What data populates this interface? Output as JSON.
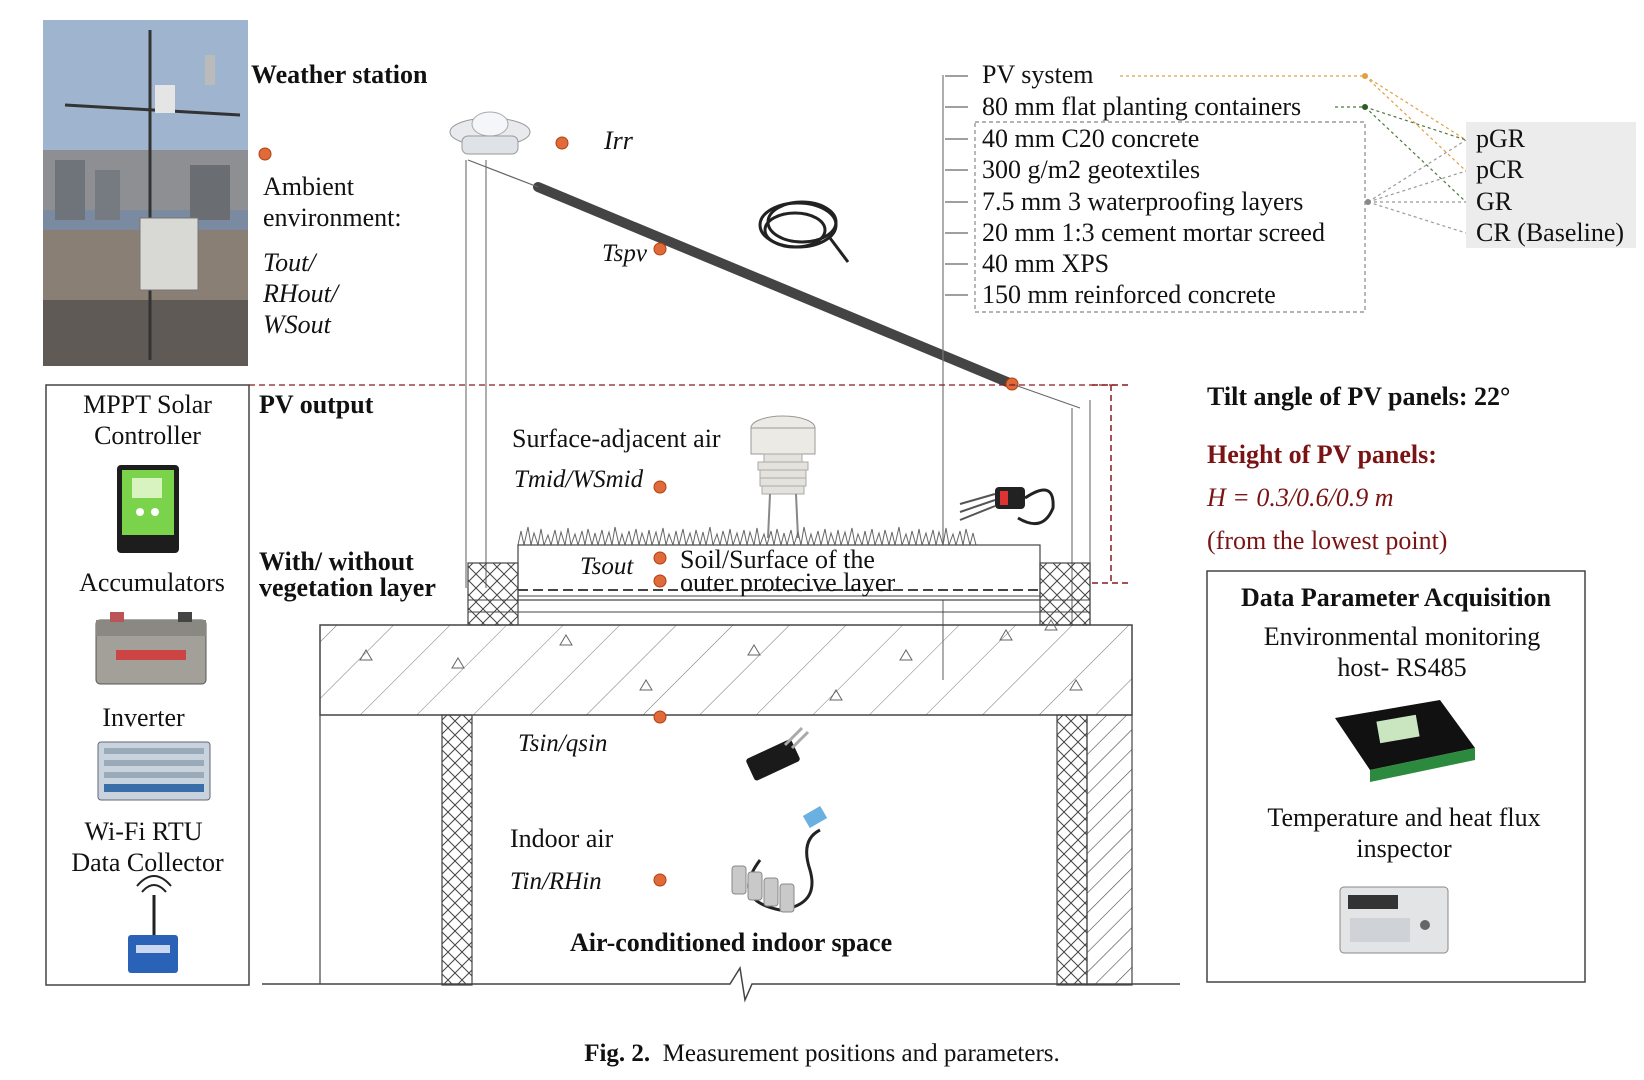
{
  "weather_station": {
    "title": "Weather station",
    "ambient_line1": "Ambient",
    "ambient_line2": "environment:",
    "vars": [
      "Tout/",
      "RHout/",
      "WSout"
    ]
  },
  "irr_label": "Irr",
  "tspv_label": "Tspv",
  "layers": [
    "PV system",
    "80 mm  flat planting containers",
    "40 mm  C20 concrete",
    "300 g/m2 geotextiles",
    "7.5 mm  3 waterproofing layers",
    "20 mm  1:3 cement mortar screed",
    "40 mm  XPS",
    "150 mm  reinforced concrete"
  ],
  "cases": [
    "pGR",
    "pCR",
    "GR",
    "CR (Baseline)"
  ],
  "left_panel": {
    "mppt_line1": "MPPT Solar",
    "mppt_line2": "Controller",
    "accumulators": "Accumulators",
    "inverter": "Inverter",
    "rtu_line1": "Wi-Fi RTU",
    "rtu_line2": "Data Collector"
  },
  "pv_output": "PV output",
  "vegetation_line1": "With/ without",
  "vegetation_line2": "vegetation layer",
  "surface_air": "Surface-adjacent air",
  "tmid_label": "Tmid/WSmid",
  "tsout_label": "Tsout",
  "soil_line1": "Soil/Surface of the",
  "soil_line2": "outer protecive layer",
  "tsin_label": "Tsin/qsin",
  "indoor_air": "Indoor air",
  "tin_label": "Tin/RHin",
  "indoor_space": "Air-conditioned indoor space",
  "right_info": {
    "tilt": "Tilt angle of PV panels: 22°",
    "height_title": "Height of PV panels:",
    "height_values": "H = 0.3/0.6/0.9 m",
    "height_note": "(from the lowest point)"
  },
  "acquisition": {
    "title": "Data Parameter Acquisition",
    "host_line1": "Environmental monitoring",
    "host_line2": "host- RS485",
    "inspector_line1": "Temperature and heat flux",
    "inspector_line2": "inspector"
  },
  "caption": {
    "label": "Fig. 2.",
    "text": "Measurement positions and parameters."
  },
  "colors": {
    "dot": "#e06a3a",
    "dashed_red": "#8b1a1a",
    "orange_link": "#e0a040",
    "green_link": "#4a7a3a"
  }
}
